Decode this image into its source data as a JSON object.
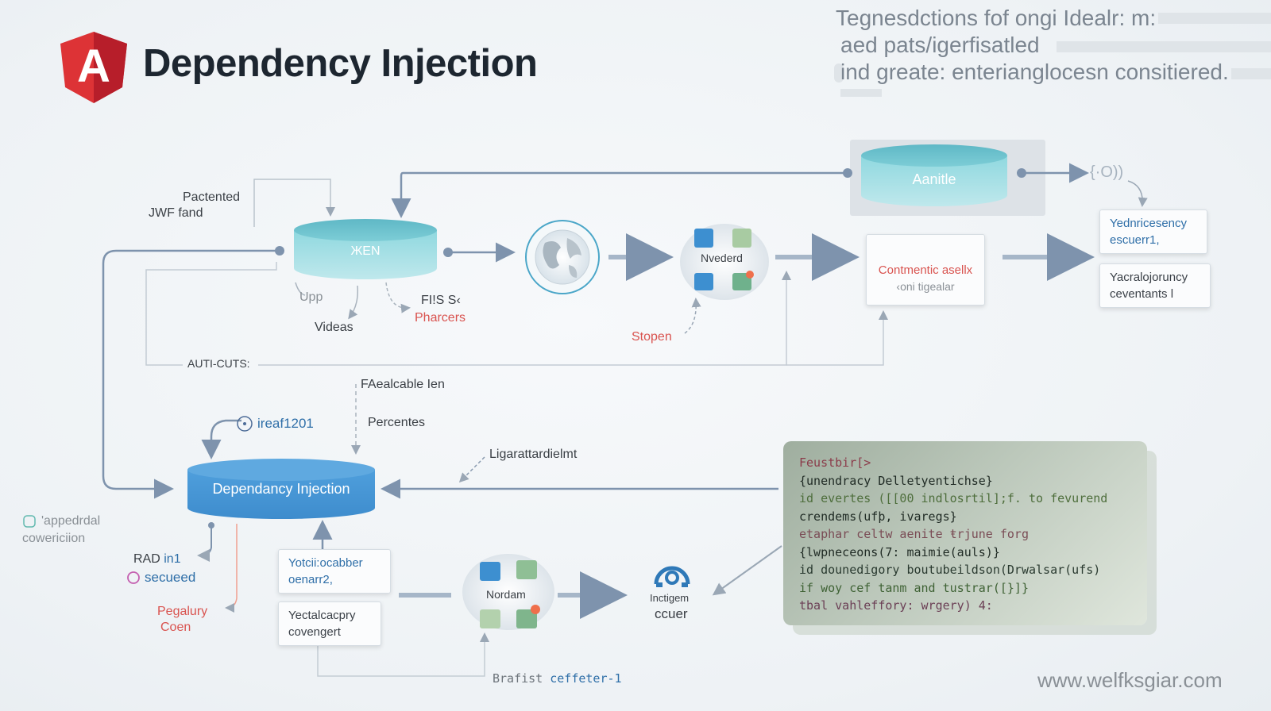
{
  "header": {
    "title": "Dependency Injection",
    "logo_letter": "A",
    "subtitle_lines": [
      "Tegnesdctions fof ongi Idealr: m:",
      "aed pats/igerfisatled",
      "ind greate: enterianglocesn consitiered."
    ]
  },
  "nodes": {
    "top_cylinder": "ЖEN",
    "aanitle_cylinder": "Aanitle",
    "main_cylinder": "Dependancy Injection",
    "nveded_cluster": "Nvederd",
    "nordam_cluster": "Nordam",
    "content_card_title": "Contmentic asellx",
    "content_card_sub": "‹oni tigealar",
    "yednc_card": [
      "Yednricesency",
      "escuerr1,"
    ],
    "yacralo_card": [
      "Yacralojoruncy",
      "ceventants l"
    ],
    "yotcii_card": [
      "Yotcii:ocabber",
      "oenarr2,"
    ],
    "yectal_card": [
      "Yectalcacpry",
      "covengert"
    ],
    "inctigem_label": "Inctigem",
    "ccuer_label": "ccuer",
    "io_label": "{·O))"
  },
  "labels": {
    "pactented": "Pactented",
    "jwf_tand": "JWF fand",
    "upp": "Upp",
    "videas": "Videas",
    "fis_se": "FI!S S‹",
    "pharcers": "Pharcers",
    "stopen": "Stopen",
    "auti_cuts": "AUTI-CUTS:",
    "faealcable": "FAealcable Ien",
    "percentes": "Percentes",
    "ligarattardielmt": "Ligarattardielmt",
    "ireaf": "ireaf1201",
    "appedrdal": "'appedrdal",
    "cowericiion": "cowericiion",
    "rad_in1_a": "RAD",
    "rad_in1_b": "in1",
    "secueed": "secueed",
    "pegalury": "Pegalury",
    "coen": "Coen",
    "brafist_a": "Brafist",
    "brafist_b": "ceffeter-1"
  },
  "code": {
    "header": "Feustbir[>",
    "lines": [
      "{unendracy Delletyentichse}",
      " id evertes ([[00 indlosrtil];f. to fevurend",
      " crendems(ufþ, ivaregs}",
      " etaphar celtw aenite ŧrjune forg",
      "{lwpneceons(7: maimie(auls)}",
      " id dounedigory boutubeildson(Drwalsar(ufs)",
      " if woy cef tanm and tustrar([}]}",
      "tbal vahleffory: wrgery) 4:"
    ]
  },
  "footer": {
    "url": "www.welfksgiar.com"
  },
  "colors": {
    "cyan": "#7fd0d8",
    "blue": "#4b9edb",
    "angular_red": "#dd3336",
    "arrow": "#8a9bb0",
    "red_text": "#d9534f"
  }
}
